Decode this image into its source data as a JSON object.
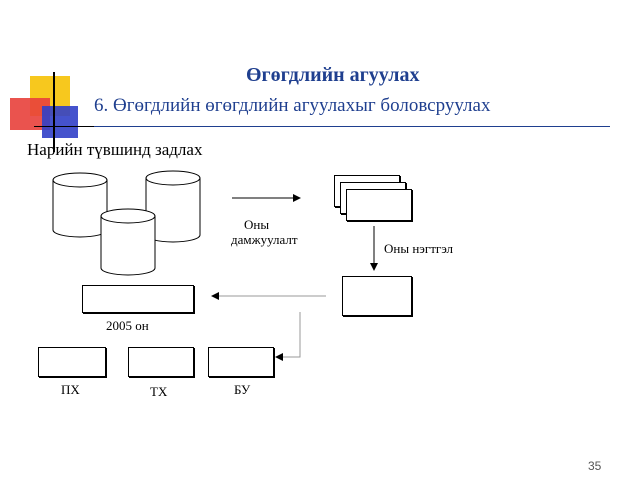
{
  "slide": {
    "title": "Өгөгдлийн агуулах",
    "subtitle": "6. Өгөгдлийн өгөгдлийн агуулахыг боловсруулах",
    "heading": "Нарийн түвшинд задлах",
    "page_number": "35"
  },
  "diagram": {
    "transfer_label_line1": "Оны",
    "transfer_label_line2": "дамжуулалт",
    "aggregation_label": "Оны нэгтгэл",
    "year_label": "2005 он",
    "sub_boxes": [
      "ПХ",
      "ТХ",
      "БУ"
    ]
  },
  "colors": {
    "title": "#1f3f8f",
    "deco_yellow": "#f7c81e",
    "deco_red": "#e8403b",
    "deco_blue": "#3140c8"
  }
}
